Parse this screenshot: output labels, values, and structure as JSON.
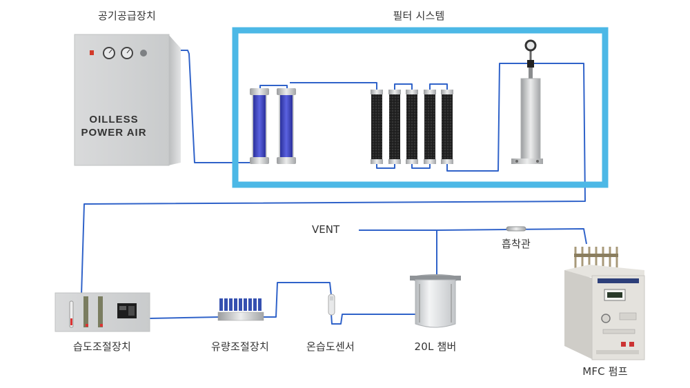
{
  "labels": {
    "air_supply": "공기공급장치",
    "filter_system": "필터 시스템",
    "vent": "VENT",
    "adsorption_tube": "흡착관",
    "humidity_controller": "습도조절장치",
    "flow_controller": "유량조절장치",
    "temp_humidity_sensor": "온습도센서",
    "chamber": "20L 챔버",
    "mfc_pump": "MFC 펌프"
  },
  "device_text": {
    "air_unit_brand_line1": "OILLESS",
    "air_unit_brand_line2": "POWER AIR"
  },
  "colors": {
    "frame_blue": "#4cb8e6",
    "tube_blue": "#2f62c9",
    "filter_cartridge": "#3d46c6",
    "carbon_cartridge": "#2b2b2b",
    "cabinet_gray": "#d3d5d6"
  }
}
